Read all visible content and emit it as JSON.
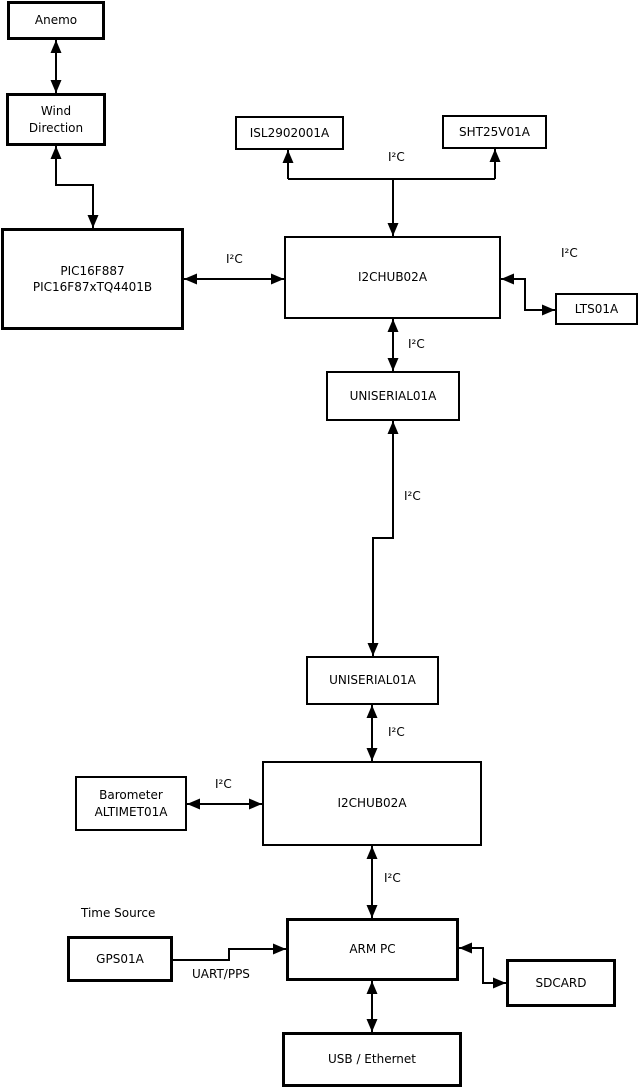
{
  "colors": {
    "background": "#ffffff",
    "line": "#000000",
    "box_fill": "#ffffff",
    "text": "#000000"
  },
  "nodes": {
    "anemo": {
      "label": "Anemo"
    },
    "wind": {
      "label1": "Wind",
      "label2": "Direction"
    },
    "pic": {
      "label1": "PIC16F887",
      "label2": "PIC16F87xTQ4401B"
    },
    "isl": {
      "label": "ISL2902001A"
    },
    "sht": {
      "label": "SHT25V01A"
    },
    "i2chub1": {
      "label": "I2CHUB02A"
    },
    "lts": {
      "label": "LTS01A"
    },
    "uniserial1": {
      "label": "UNISERIAL01A"
    },
    "uniserial2": {
      "label": "UNISERIAL01A"
    },
    "i2chub2": {
      "label": "I2CHUB02A"
    },
    "barometer": {
      "label1": "Barometer",
      "label2": "ALTIMET01A"
    },
    "gps": {
      "label": "GPS01A"
    },
    "arm_pc": {
      "label": "ARM PC"
    },
    "sdcard": {
      "label": "SDCARD"
    },
    "usb_ethernet": {
      "label": "USB / Ethernet"
    }
  },
  "labels": {
    "i2c_isl_sht": "I²C",
    "i2c_pic_hub1": "I²C",
    "i2c_hub1_lts": "I²C",
    "i2c_hub1_uni1": "I²C",
    "i2c_uni1_uni2": "I²C",
    "i2c_uni2_hub2": "I²C",
    "i2c_baro_hub2": "I²C",
    "i2c_hub2_arm": "I²C",
    "time_source": "Time Source",
    "uart_pps": "UART/PPS"
  }
}
